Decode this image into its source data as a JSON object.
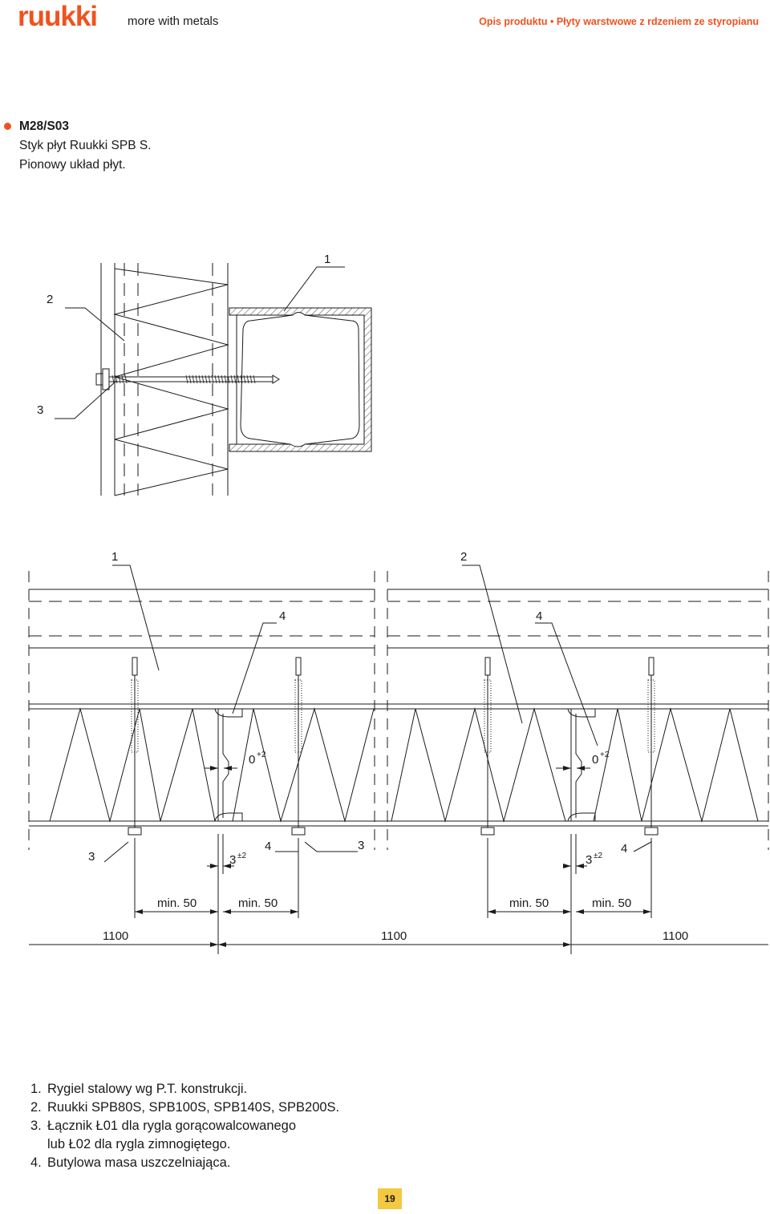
{
  "header": {
    "brand": "ruukki",
    "tagline": "more with metals",
    "section_title": "Opis produktu • Płyty warstwowe z rdzeniem ze styropianu"
  },
  "detail": {
    "code": "M28/S03",
    "line1": "Styk płyt Ruukki SPB S.",
    "line2": "Pionowy układ płyt."
  },
  "drawing1": {
    "label_1": "1",
    "label_2": "2",
    "label_3": "3"
  },
  "drawing2": {
    "label_1": "1",
    "label_2": "2",
    "label_4a": "4",
    "label_4b": "4",
    "gap_left": "0",
    "gap_left_tol": "+2",
    "gap_right": "0",
    "gap_right_tol": "+2",
    "label_3a": "3",
    "label_3b": "3",
    "off_left": "3",
    "off_left_tol": "±2",
    "off_right": "3",
    "off_right_tol": "±2",
    "label_4c": "4",
    "label_4d": "4",
    "min1": "min. 50",
    "min2": "min. 50",
    "min3": "min. 50",
    "min4": "min. 50",
    "width1": "1100",
    "width2": "1100",
    "width3": "1100"
  },
  "legend": {
    "item1_num": "1.",
    "item1": "Rygiel stalowy wg P.T. konstrukcji.",
    "item2_num": "2.",
    "item2": "Ruukki SPB80S, SPB100S, SPB140S, SPB200S.",
    "item3_num": "3.",
    "item3": "Łącznik Ł01 dla rygla gorącowalcowanego",
    "item3_cont": "lub Ł02 dla rygla zimnogiętego.",
    "item4_num": "4.",
    "item4": "Butylowa masa uszczelniająca."
  },
  "page_number": "19",
  "colors": {
    "accent": "#f0521f",
    "page_badge": "#f5c842"
  }
}
